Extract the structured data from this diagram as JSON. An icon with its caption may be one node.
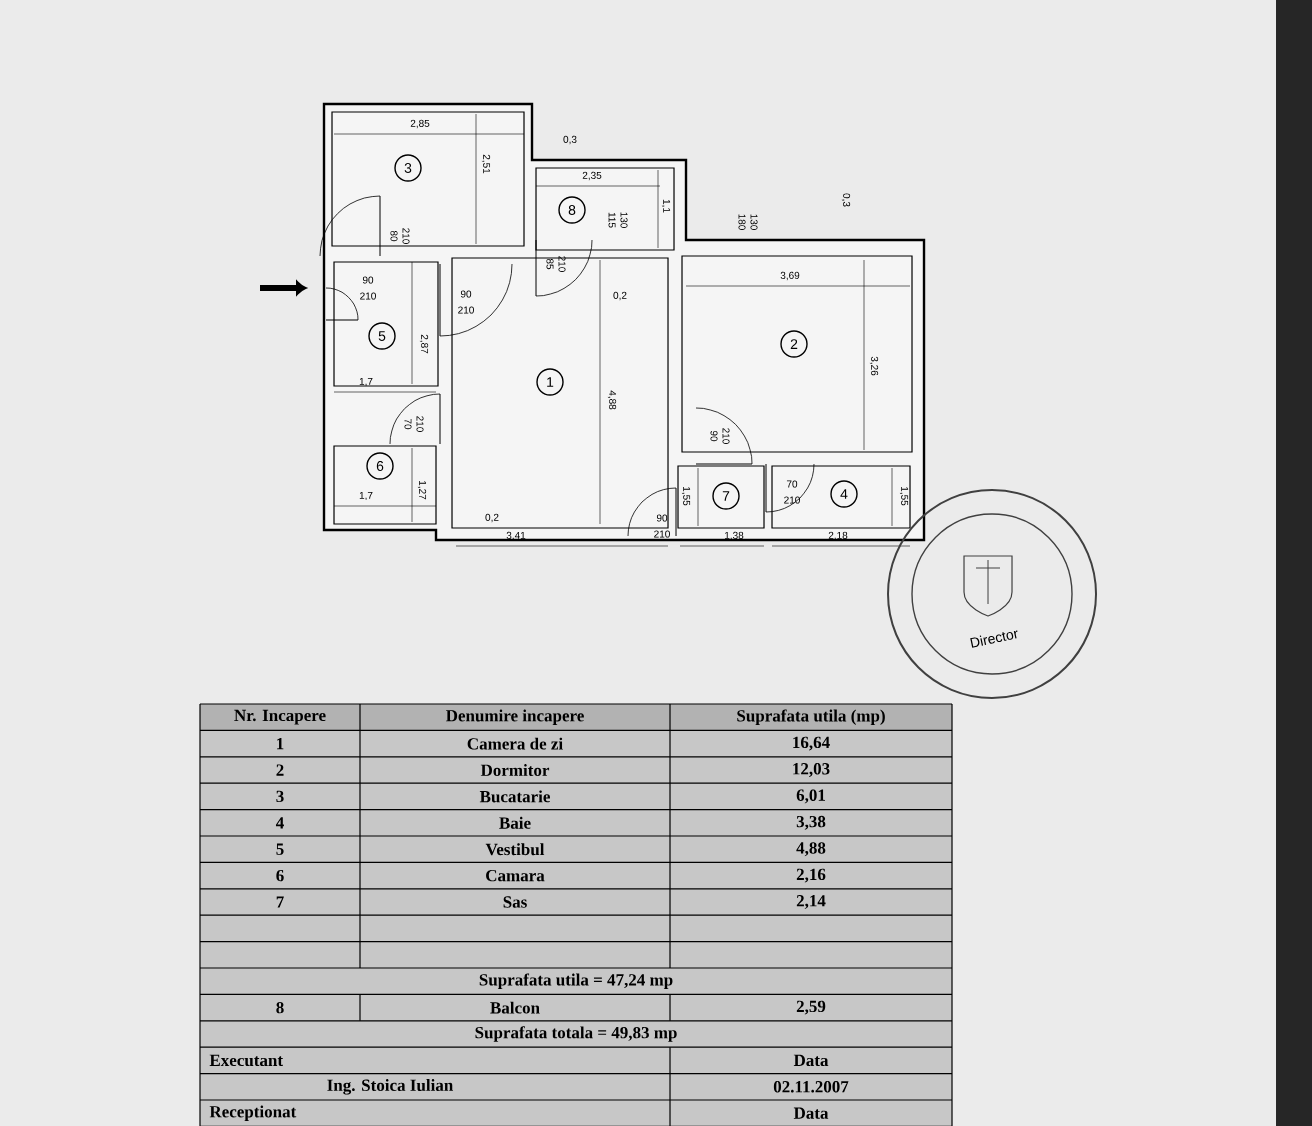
{
  "diagram": {
    "nodes": [
      {
        "text": [
          "1"
        ]
      },
      {
        "text": [
          "2"
        ]
      },
      {
        "text": [
          "3"
        ]
      },
      {
        "text": [
          "4"
        ]
      },
      {
        "text": [
          "5"
        ]
      },
      {
        "text": [
          "6"
        ]
      },
      {
        "text": [
          "7"
        ]
      },
      {
        "text": [
          "8"
        ]
      }
    ],
    "labels": [
      "2,85",
      "2,51",
      "0,3",
      "2,35",
      "1,1",
      "115",
      "130",
      "180",
      "130",
      "0,3",
      "90",
      "210",
      "80",
      "210",
      "85",
      "210",
      "90",
      "210",
      "0,2",
      "3,69",
      "2,87",
      "4,88",
      "3,26",
      "1,7",
      "70",
      "210",
      "90",
      "210",
      "1,27",
      "1,7",
      "0,2",
      "3,41",
      "90",
      "210",
      "1,55",
      "1,38",
      "70",
      "210",
      "1,55",
      "2,18",
      "Director",
      "Nr. Incapere",
      "Denumire incapere",
      "Suprafata utila (mp)",
      "1",
      "Camera de zi",
      "16,64",
      "2",
      "Dormitor",
      "12,03",
      "3",
      "Bucatarie",
      "6,01",
      "4",
      "Baie",
      "3,38",
      "5",
      "Vestibul",
      "4,88",
      "6",
      "Camara",
      "2,16",
      "7",
      "Sas",
      "2,14",
      "Suprafata utila = 47,24 mp",
      "8",
      "Balcon",
      "2,59",
      "Suprafata totala = 49,83 mp",
      "Executant",
      "Data",
      "Ing. Stoica Iulian",
      "02.11.2007",
      "Receptionat",
      "Data"
    ]
  }
}
